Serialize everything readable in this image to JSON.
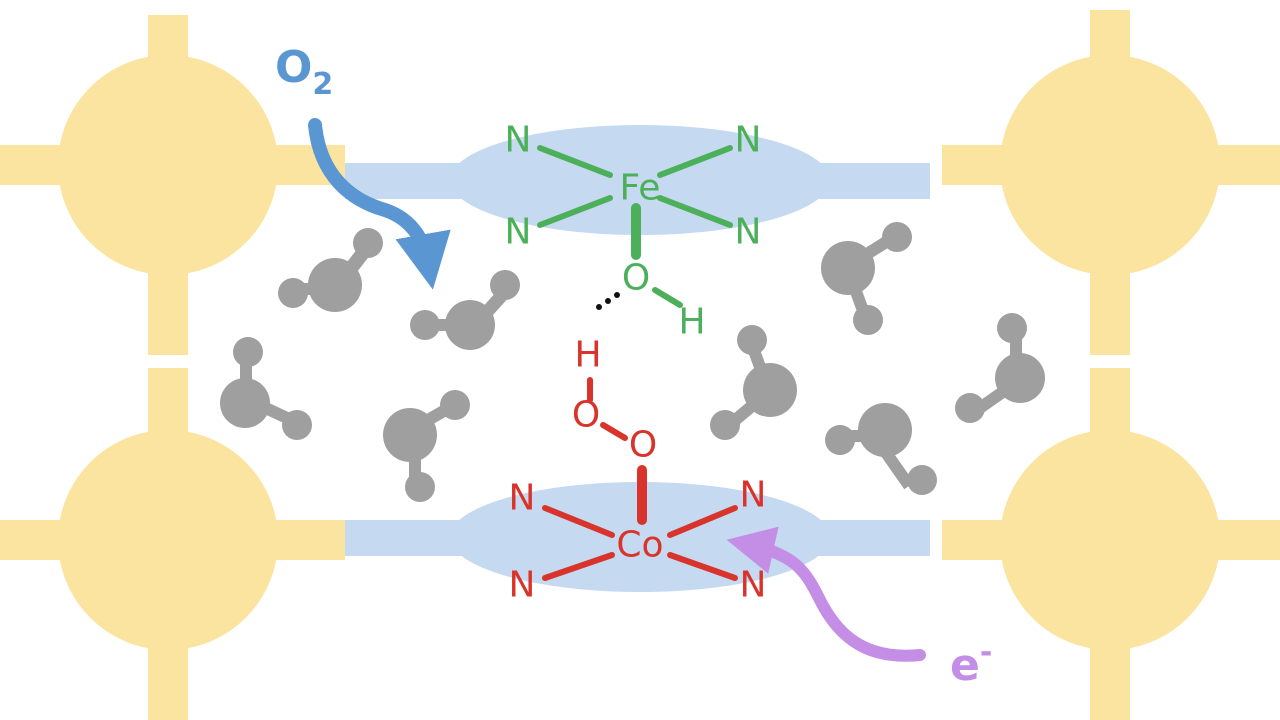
{
  "labels": {
    "o2_main": "O",
    "o2_sub": "2",
    "electron_main": "e",
    "electron_sup": "-"
  },
  "fe_complex": {
    "metal": "Fe",
    "ligands": [
      "N",
      "N",
      "N",
      "N"
    ],
    "axial_o": "O",
    "axial_h": "H"
  },
  "co_complex": {
    "metal": "Co",
    "ligands": [
      "N",
      "N",
      "N",
      "N"
    ],
    "peroxide_o1": "O",
    "peroxide_o2": "O",
    "peroxide_h": "H"
  },
  "colors": {
    "electrode": "#fbe4a0",
    "plane": "#c5d9f0",
    "fe_complex": "#4cb05a",
    "co_complex": "#d9342b",
    "water": "#9f9f9f",
    "o2_arrow": "#5a96d2",
    "electron_arrow": "#c48ee6"
  }
}
